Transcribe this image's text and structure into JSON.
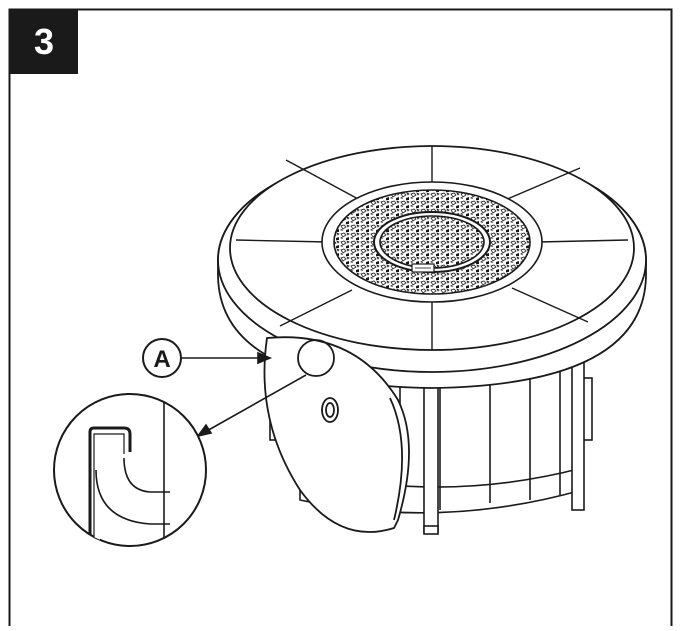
{
  "step": {
    "number": "3"
  },
  "callout": {
    "label": "A"
  },
  "icons": {
    "step_badge": "step-number-badge",
    "callout_circle": "callout-circle-icon",
    "magnifier": "detail-magnifier-icon"
  },
  "colors": {
    "line": "#1a1a1a",
    "badge_bg": "#1a1a1a",
    "badge_text": "#ffffff",
    "background": "#ffffff"
  }
}
